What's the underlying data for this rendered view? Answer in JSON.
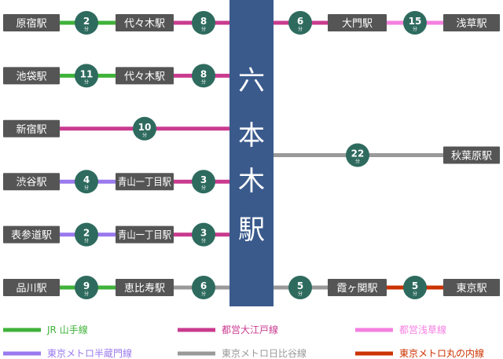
{
  "hub": {
    "label_chars": [
      "六",
      "本",
      "木",
      "駅"
    ],
    "color": "#3a5a8c"
  },
  "minute_unit": "分",
  "lines": [
    {
      "id": "jr",
      "name": "JR 山手線",
      "color": "#3fb23a"
    },
    {
      "id": "oedo",
      "name": "都営大江戸線",
      "color": "#c93b8f"
    },
    {
      "id": "asakusa",
      "name": "都営浅草線",
      "color": "#f57fe0"
    },
    {
      "id": "hanzomon",
      "name": "東京メトロ半蔵門線",
      "color": "#9a7aee"
    },
    {
      "id": "hibiya",
      "name": "東京メトロ日比谷線",
      "color": "#999999"
    },
    {
      "id": "marunouchi",
      "name": "東京メトロ丸の内線",
      "color": "#cc3300"
    }
  ],
  "routes": [
    {
      "side": "left",
      "row": 0,
      "segments": [
        {
          "from": "原宿駅",
          "line": "jr",
          "minutes": "2"
        },
        {
          "from": "代々木駅",
          "line": "oedo",
          "minutes": "8"
        }
      ]
    },
    {
      "side": "left",
      "row": 1,
      "segments": [
        {
          "from": "池袋駅",
          "line": "jr",
          "minutes": "11"
        },
        {
          "from": "代々木駅",
          "line": "oedo",
          "minutes": "8"
        }
      ]
    },
    {
      "side": "left",
      "row": 2,
      "segments": [
        {
          "from": "新宿駅",
          "line": "oedo",
          "minutes": "10"
        }
      ]
    },
    {
      "side": "left",
      "row": 3,
      "segments": [
        {
          "from": "渋谷駅",
          "line": "hanzomon",
          "minutes": "4"
        },
        {
          "from": "青山一丁目駅",
          "line": "oedo",
          "minutes": "3"
        }
      ]
    },
    {
      "side": "left",
      "row": 4,
      "segments": [
        {
          "from": "表参道駅",
          "line": "hanzomon",
          "minutes": "2"
        },
        {
          "from": "青山一丁目駅",
          "line": "oedo",
          "minutes": "3"
        }
      ]
    },
    {
      "side": "left",
      "row": 5,
      "segments": [
        {
          "from": "品川駅",
          "line": "jr",
          "minutes": "9"
        },
        {
          "from": "恵比寿駅",
          "line": "hibiya",
          "minutes": "6"
        }
      ]
    },
    {
      "side": "right",
      "row": 0,
      "segments": [
        {
          "from": "大門駅",
          "line": "oedo",
          "minutes": "6"
        },
        {
          "from": "浅草駅",
          "line": "asakusa",
          "minutes": "15"
        }
      ]
    },
    {
      "side": "right",
      "row": 2.5,
      "segments": [
        {
          "from": "秋葉原駅",
          "line": "hibiya",
          "minutes": "22"
        }
      ]
    },
    {
      "side": "right",
      "row": 5,
      "segments": [
        {
          "from": "霞ヶ関駅",
          "line": "hibiya",
          "minutes": "5"
        },
        {
          "from": "東京駅",
          "line": "marunouchi",
          "minutes": "5"
        }
      ]
    }
  ]
}
